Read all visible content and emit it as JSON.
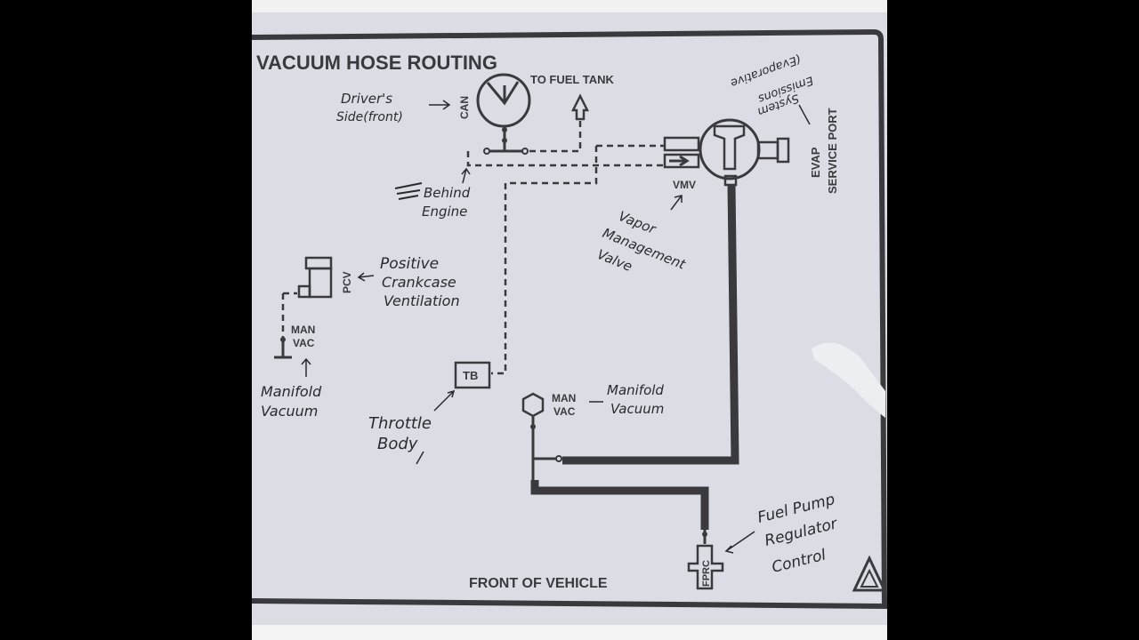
{
  "title": "VACUUM HOSE ROUTING",
  "printed_labels": {
    "can": "CAN",
    "to_fuel_tank": "TO FUEL TANK",
    "vmv": "VMV",
    "evap_1": "EVAP",
    "evap_2": "SERVICE PORT",
    "pcv": "PCV",
    "man_vac_left_1": "MAN",
    "man_vac_left_2": "VAC",
    "tb": "TB",
    "man_vac_right_1": "MAN",
    "man_vac_right_2": "VAC",
    "fprc": "FPRC",
    "front": "FRONT OF VEHICLE"
  },
  "handwritten_notes": {
    "drivers_side_1": "Driver's",
    "drivers_side_2": "Side(front)",
    "behind_engine_1": "Behind",
    "behind_engine_2": "Engine",
    "evap_emissions_1": "(Evaporative",
    "evap_emissions_2": "Emissions",
    "evap_emissions_3": "System",
    "vapor_1": "Vapor",
    "vapor_2": "Management",
    "vapor_3": "Valve",
    "pcv_1": "Positive",
    "pcv_2": "Crankcase",
    "pcv_3": "Ventilation",
    "manifold_left_1": "Manifold",
    "manifold_left_2": "Vacuum",
    "throttle_1": "Throttle",
    "throttle_2": "Body",
    "manifold_right_1": "Manifold",
    "manifold_right_2": "Vacuum",
    "fuel_pump_1": "Fuel Pump",
    "fuel_pump_2": "Regulator",
    "fuel_pump_3": "Control"
  },
  "colors": {
    "paper": "#dcdde4",
    "ink": "#3a3a3e",
    "background": "#000000"
  }
}
